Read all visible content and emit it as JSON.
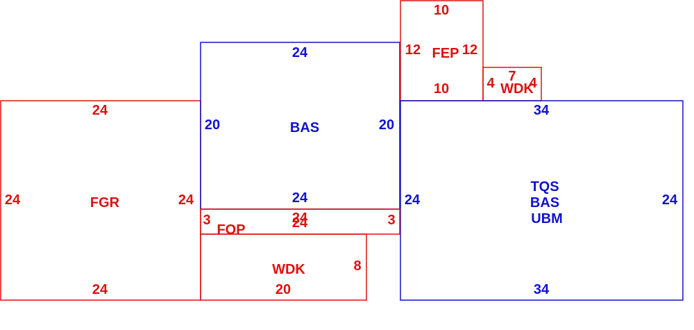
{
  "colors": {
    "red": "#dd1111",
    "blue": "#1111cc"
  },
  "areas": {
    "fgr": {
      "label": "FGR",
      "top": "24",
      "bottom": "24",
      "left": "24",
      "right": "24"
    },
    "bas": {
      "label": "BAS",
      "top": "24",
      "bottom": "24",
      "left": "20",
      "right": "20"
    },
    "fep": {
      "label": "FEP",
      "top": "10",
      "bottom": "10",
      "left": "12",
      "right": "12"
    },
    "wdk_small": {
      "label": "WDK",
      "top": "7",
      "left": "4",
      "right": "4"
    },
    "tqs": {
      "label_lines": [
        "TQS",
        "BAS",
        "UBM"
      ],
      "top": "34",
      "bottom": "34",
      "left": "24",
      "right": "24"
    },
    "fop": {
      "label": "FOP",
      "top": "24",
      "bottom": "24",
      "left": "3",
      "right": "3"
    },
    "wdk_large": {
      "label": "WDK",
      "bottom": "20",
      "right": "8"
    }
  }
}
